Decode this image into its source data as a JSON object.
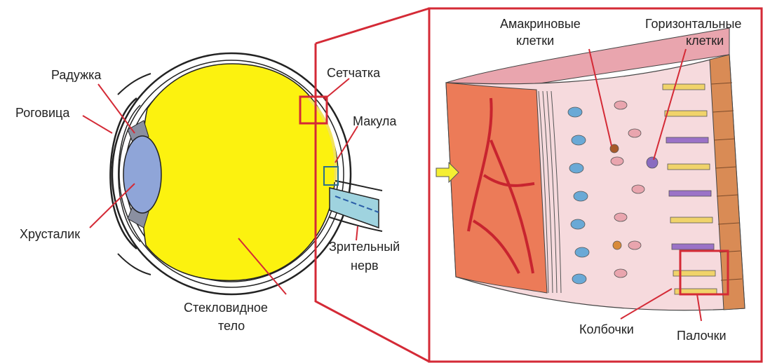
{
  "labels": {
    "raduzhka": "Радужка",
    "rogovitsa": "Роговица",
    "khrustalik": "Хрусталик",
    "setchatka": "Сетчатка",
    "makula": "Макула",
    "nerve_line1": "Зрительный",
    "nerve_line2": "нерв",
    "vitreous_line1": "Стекловидное",
    "vitreous_line2": "тело",
    "amacrine_line1": "Амакриновые",
    "amacrine_line2": "клетки",
    "horizontal_line1": "Горизонтальные",
    "horizontal_line2": "клетки",
    "cones": "Колбочки",
    "rods": "Палочки"
  },
  "colors": {
    "highlight_red": "#d42a36",
    "vitreous_yellow": "#fcf20f",
    "lens_blue": "#8fa5d8",
    "nerve_blue": "#9fd3df",
    "retina_orange": "#ec7b58",
    "cell_pink": "#e9a5ae",
    "cell_blue": "#6aa9d6",
    "rod_yellow": "#f0d36a",
    "cone_purple": "#9b72c7"
  }
}
